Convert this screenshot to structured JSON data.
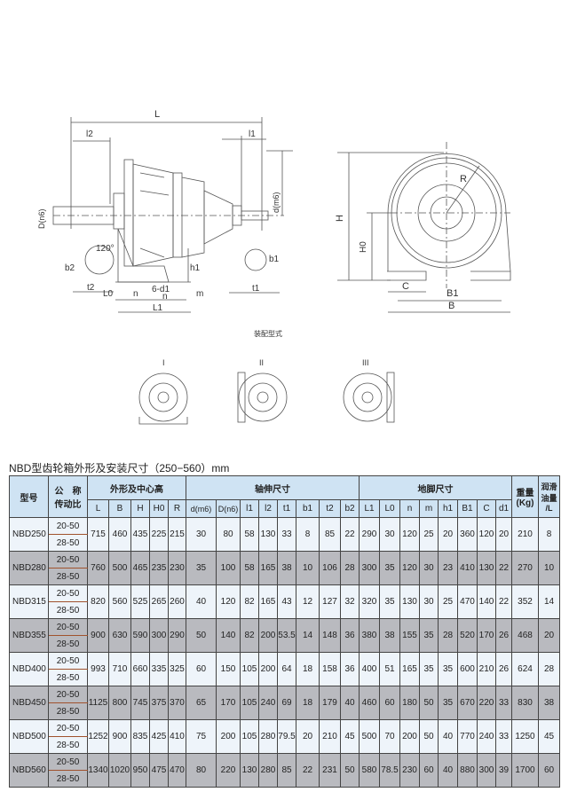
{
  "drawing": {
    "labels": {
      "L": "L",
      "l2": "l2",
      "l1": "l1",
      "D": "D(n6)",
      "d": "d(m6)",
      "angle": "120°",
      "b2": "b2",
      "t2": "t2",
      "L0": "L0",
      "n": "n",
      "d1": "6-d1",
      "n2": "n",
      "m": "m",
      "L1": "L1",
      "h1": "h1",
      "b1": "b1",
      "t1": "t1",
      "H": "H",
      "H0": "H0",
      "R": "R",
      "C": "C",
      "B1": "B1",
      "B": "B"
    },
    "caption": "装配型式",
    "mount_types": [
      "I",
      "II",
      "III"
    ]
  },
  "table": {
    "title": "NBD型齿轮箱外形及安装尺寸（250−560）mm",
    "groups": {
      "model": "型号",
      "ratio": "公　称\n传动比",
      "outline": "外形及中心高",
      "shaft": "轴伸尺寸",
      "foot": "地脚尺寸",
      "weight": "重量\n(Kg)",
      "oil": "润滑\n油量\n/L"
    },
    "columns": [
      "L",
      "B",
      "H",
      "H0",
      "R",
      "d(m6)",
      "D(n6)",
      "l1",
      "l2",
      "t1",
      "b1",
      "t2",
      "b2",
      "L1",
      "L0",
      "n",
      "m",
      "h1",
      "B1",
      "C",
      "d1"
    ],
    "rows": [
      {
        "model": "NBD250",
        "ratios": [
          "20-50",
          "28-50"
        ],
        "values": [
          "715",
          "460",
          "435",
          "225",
          "215",
          "30",
          "80",
          "58",
          "130",
          "33",
          "8",
          "85",
          "22",
          "290",
          "30",
          "120",
          "25",
          "20",
          "360",
          "120",
          "20",
          "210",
          "8"
        ]
      },
      {
        "model": "NBD280",
        "ratios": [
          "20-50",
          "28-50"
        ],
        "values": [
          "760",
          "500",
          "465",
          "235",
          "230",
          "35",
          "100",
          "58",
          "165",
          "38",
          "10",
          "106",
          "28",
          "300",
          "35",
          "120",
          "30",
          "23",
          "410",
          "130",
          "22",
          "270",
          "10"
        ]
      },
      {
        "model": "NBD315",
        "ratios": [
          "20-50",
          "28-50"
        ],
        "values": [
          "820",
          "560",
          "525",
          "265",
          "260",
          "40",
          "120",
          "82",
          "165",
          "43",
          "12",
          "127",
          "32",
          "320",
          "35",
          "130",
          "30",
          "25",
          "470",
          "140",
          "22",
          "352",
          "14"
        ]
      },
      {
        "model": "NBD355",
        "ratios": [
          "20-50",
          "28-50"
        ],
        "values": [
          "900",
          "630",
          "590",
          "300",
          "290",
          "50",
          "140",
          "82",
          "200",
          "53.5",
          "14",
          "148",
          "36",
          "380",
          "38",
          "155",
          "35",
          "28",
          "520",
          "170",
          "26",
          "468",
          "20"
        ]
      },
      {
        "model": "NBD400",
        "ratios": [
          "20-50",
          "28-50"
        ],
        "values": [
          "993",
          "710",
          "660",
          "335",
          "325",
          "60",
          "150",
          "105",
          "200",
          "64",
          "18",
          "158",
          "36",
          "400",
          "51",
          "165",
          "35",
          "35",
          "600",
          "210",
          "26",
          "624",
          "28"
        ]
      },
      {
        "model": "NBD450",
        "ratios": [
          "20-50",
          "28-50"
        ],
        "values": [
          "1125",
          "800",
          "745",
          "375",
          "370",
          "65",
          "170",
          "105",
          "240",
          "69",
          "18",
          "179",
          "40",
          "460",
          "60",
          "180",
          "50",
          "35",
          "670",
          "220",
          "33",
          "830",
          "38"
        ]
      },
      {
        "model": "NBD500",
        "ratios": [
          "20-50",
          "28-50"
        ],
        "values": [
          "1252",
          "900",
          "835",
          "425",
          "410",
          "75",
          "200",
          "105",
          "280",
          "79.5",
          "20",
          "210",
          "45",
          "500",
          "70",
          "200",
          "50",
          "40",
          "770",
          "240",
          "33",
          "1250",
          "45"
        ]
      },
      {
        "model": "NBD560",
        "ratios": [
          "20-50",
          "28-50"
        ],
        "values": [
          "1340",
          "1020",
          "950",
          "475",
          "470",
          "80",
          "220",
          "130",
          "280",
          "85",
          "22",
          "231",
          "50",
          "580",
          "78.5",
          "230",
          "60",
          "40",
          "880",
          "300",
          "39",
          "1700",
          "60"
        ]
      }
    ]
  }
}
